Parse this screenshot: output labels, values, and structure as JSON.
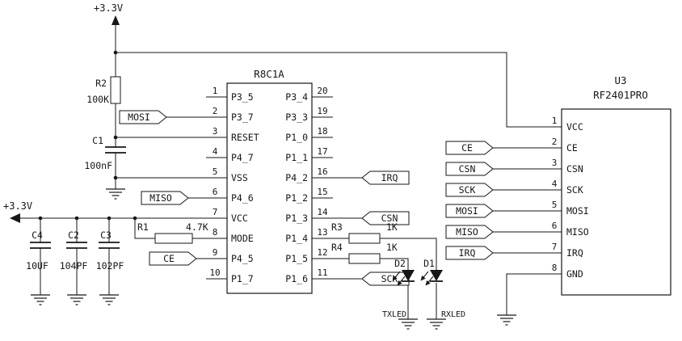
{
  "colors": {
    "wire": "#161616",
    "background": "#ffffff"
  },
  "power": {
    "vcc_top": "+3.3V",
    "vcc_left": "+3.3V"
  },
  "mcu": {
    "title": "R8C1A",
    "left_pins": [
      {
        "num": "1",
        "name": "P3_5"
      },
      {
        "num": "2",
        "name": "P3_7"
      },
      {
        "num": "3",
        "name": "RESET"
      },
      {
        "num": "4",
        "name": "P4_7"
      },
      {
        "num": "5",
        "name": "VSS"
      },
      {
        "num": "6",
        "name": "P4_6"
      },
      {
        "num": "7",
        "name": "VCC"
      },
      {
        "num": "8",
        "name": "MODE"
      },
      {
        "num": "9",
        "name": "P4_5"
      },
      {
        "num": "10",
        "name": "P1_7"
      }
    ],
    "right_pins": [
      {
        "num": "20",
        "name": "P3_4"
      },
      {
        "num": "19",
        "name": "P3_3"
      },
      {
        "num": "18",
        "name": "P1_0"
      },
      {
        "num": "17",
        "name": "P1_1"
      },
      {
        "num": "16",
        "name": "P4_2"
      },
      {
        "num": "15",
        "name": "P1_2"
      },
      {
        "num": "14",
        "name": "P1_3"
      },
      {
        "num": "13",
        "name": "P1_4"
      },
      {
        "num": "12",
        "name": "P1_5"
      },
      {
        "num": "11",
        "name": "P1_6"
      }
    ]
  },
  "rf_module": {
    "ref": "U3",
    "part": "RF2401PRO",
    "pins": [
      {
        "num": "1",
        "name": "VCC"
      },
      {
        "num": "2",
        "name": "CE"
      },
      {
        "num": "3",
        "name": "CSN"
      },
      {
        "num": "4",
        "name": "SCK"
      },
      {
        "num": "5",
        "name": "MOSI"
      },
      {
        "num": "6",
        "name": "MISO"
      },
      {
        "num": "7",
        "name": "IRQ"
      },
      {
        "num": "8",
        "name": "GND"
      }
    ]
  },
  "resistors": {
    "r1": {
      "ref": "R1",
      "value": "4.7K"
    },
    "r2": {
      "ref": "R2",
      "value": "100K"
    },
    "r3": {
      "ref": "R3",
      "value": "1K"
    },
    "r4": {
      "ref": "R4",
      "value": "1K"
    }
  },
  "capacitors": {
    "c1": {
      "ref": "C1",
      "value": "100nF"
    },
    "c2": {
      "ref": "C2",
      "value": "104PF"
    },
    "c3": {
      "ref": "C3",
      "value": "102PF"
    },
    "c4": {
      "ref": "C4",
      "value": "10UF"
    }
  },
  "leds": {
    "d1": {
      "ref": "D1",
      "label": "RXLED"
    },
    "d2": {
      "ref": "D2",
      "label": "TXLED"
    }
  },
  "mcu_flags": {
    "mosi": "MOSI",
    "miso": "MISO",
    "ce": "CE",
    "irq": "IRQ",
    "csn": "CSN",
    "sck": "SCK"
  },
  "rf_flags": {
    "ce": "CE",
    "csn": "CSN",
    "sck": "SCK",
    "mosi": "MOSI",
    "miso": "MISO",
    "irq": "IRQ"
  }
}
